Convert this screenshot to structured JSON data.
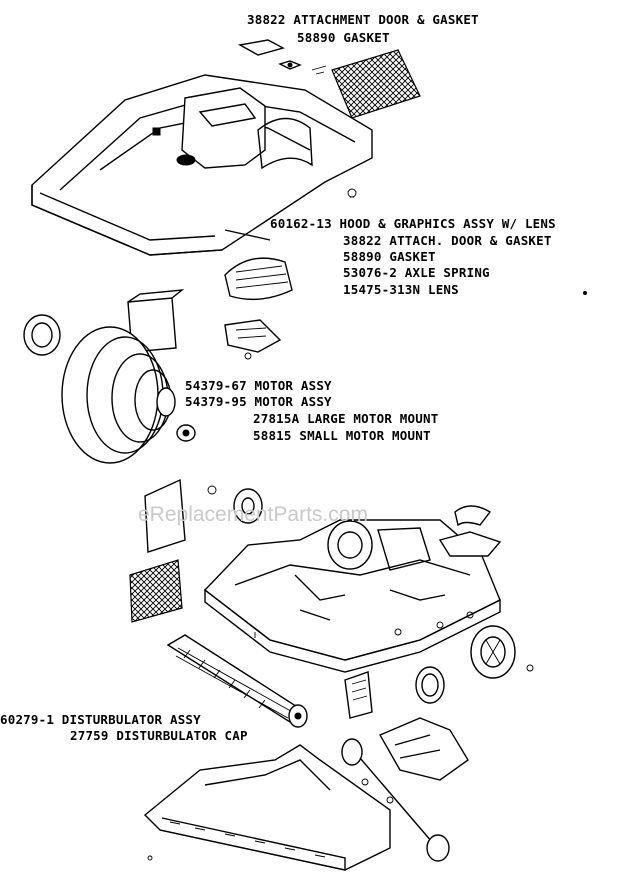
{
  "labels": {
    "attach_door_top": "38822 ATTACHMENT DOOR & GASKET",
    "gasket_top": "58890 GASKET",
    "hood": "60162-13 HOOD & GRAPHICS ASSY W/ LENS",
    "attach_door": "38822 ATTACH. DOOR & GASKET",
    "gasket": "58890 GASKET",
    "axle_spring": "53076-2 AXLE SPRING",
    "lens": "15475-313N LENS",
    "motor_67": "54379-67 MOTOR ASSY",
    "motor_95": "54379-95 MOTOR ASSY",
    "large_mount": "27815A LARGE MOTOR MOUNT",
    "small_mount": "58815 SMALL MOTOR MOUNT",
    "disturbulator": "60279-1 DISTURBULATOR ASSY",
    "disturbulator_cap": "27759 DISTURBULATOR CAP"
  },
  "watermark": "eReplacementParts.com"
}
